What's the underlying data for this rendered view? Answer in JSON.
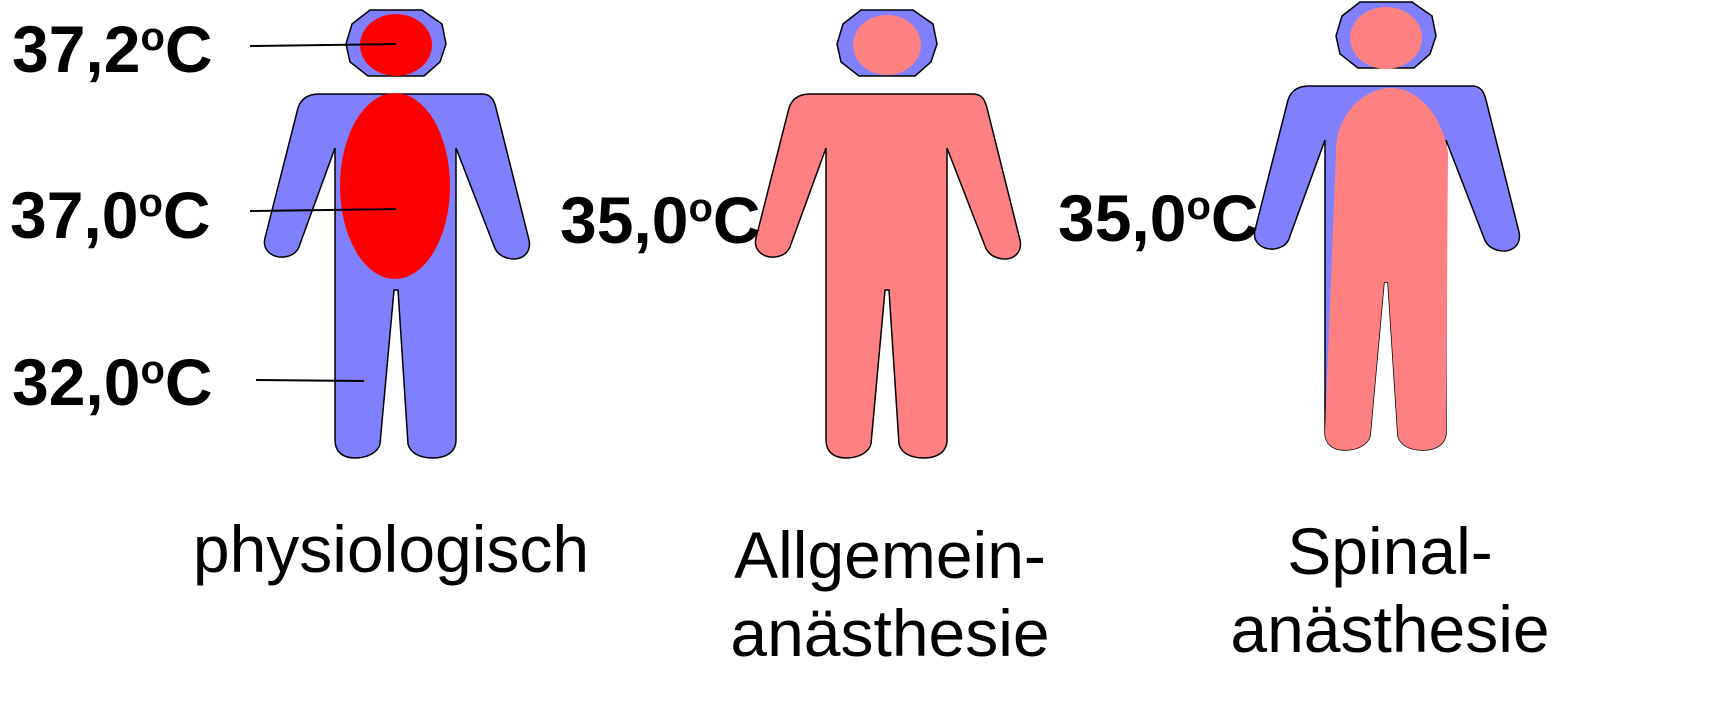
{
  "colors": {
    "cold_periphery": "#8080ff",
    "core_physiological": "#ff0000",
    "core_redistributed": "#ff8080",
    "outline": "#000000"
  },
  "figures": [
    {
      "caption_lines": [
        "physiologisch"
      ],
      "labels": [
        {
          "value": "37,2",
          "degree": "o",
          "unit": "C"
        },
        {
          "value": "37,0",
          "degree": "o",
          "unit": "C"
        },
        {
          "value": "32,0",
          "degree": "o",
          "unit": "C"
        }
      ]
    },
    {
      "caption_lines": [
        "Allgemein-",
        "anästhesie"
      ],
      "labels": [
        {
          "value": "35,0",
          "degree": "o",
          "unit": "C"
        }
      ]
    },
    {
      "caption_lines": [
        "Spinal-",
        "anästhesie"
      ],
      "labels": [
        {
          "value": "35,0",
          "degree": "o",
          "unit": "C"
        }
      ]
    }
  ]
}
